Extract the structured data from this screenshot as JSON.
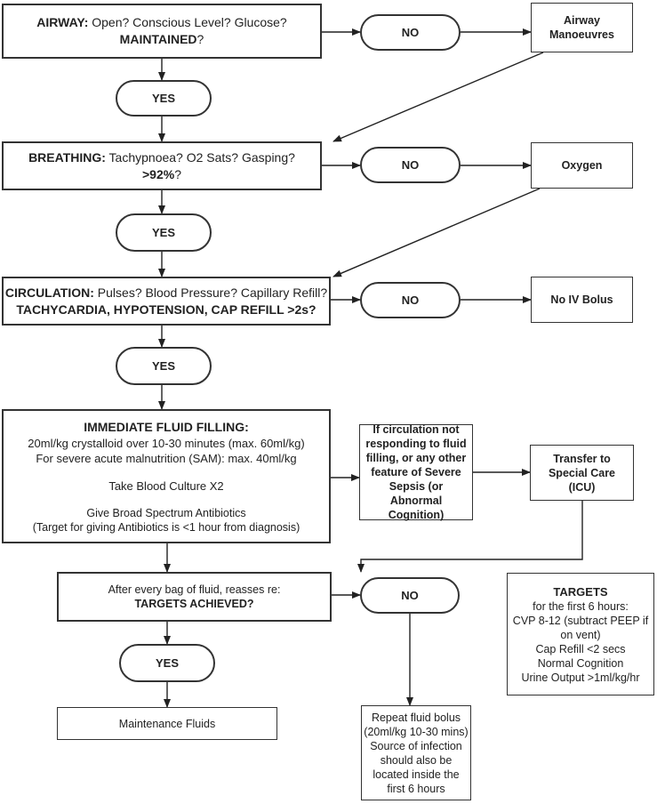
{
  "airway": {
    "label": "AIRWAY:",
    "question": "Open? Conscious Level? Glucose?",
    "emphasis": "MAINTAINED",
    "suffix": "?",
    "no": "NO",
    "yes": "YES",
    "action": [
      "Airway",
      "Manoeuvres"
    ]
  },
  "breathing": {
    "label": "BREATHING:",
    "question": "Tachypnoea? O2 Sats? Gasping?",
    "emphasis": ">92%",
    "suffix": "?",
    "no": "NO",
    "yes": "YES",
    "action": "Oxygen"
  },
  "circulation": {
    "label": "CIRCULATION:",
    "question": "Pulses? Blood Pressure? Capillary Refill?",
    "emphasis": "TACHYCARDIA, HYPOTENSION, CAP REFILL >2s?",
    "no": "NO",
    "yes": "YES",
    "action": "No IV Bolus"
  },
  "fluid_filling": {
    "title": "IMMEDIATE FLUID FILLING:",
    "line1": "20ml/kg crystalloid over 10-30 minutes (max. 60ml/kg)",
    "line2": "For severe acute malnutrition (SAM): max. 40ml/kg",
    "culture": "Take Blood Culture X2",
    "antibiotics": "Give Broad Spectrum Antibiotics",
    "target": "(Target for giving Antibiotics is <1 hour from diagnosis)"
  },
  "not_responding": [
    "If circulation not",
    "responding to fluid",
    "filling, or any other",
    "feature of Severe",
    "Sepsis (or",
    "Abnormal",
    "Cognition)"
  ],
  "transfer": [
    "Transfer to",
    "Special Care",
    "(ICU)"
  ],
  "reassess": {
    "question": "After every bag of fluid, reasses re:",
    "emphasis": "TARGETS ACHIEVED?",
    "no": "NO",
    "yes": "YES"
  },
  "maintenance": "Maintenance Fluids",
  "repeat_bolus": [
    "Repeat fluid bolus",
    "(20ml/kg 10-30 mins)",
    "Source of infection",
    "should also be",
    "located inside the",
    "first 6 hours"
  ],
  "targets": {
    "title": "TARGETS",
    "lines": [
      "for the first 6 hours:",
      "CVP 8-12 (subtract PEEP if",
      "on vent)",
      "Cap Refill <2 secs",
      "Normal Cognition",
      "Urine Output >1ml/kg/hr"
    ]
  }
}
